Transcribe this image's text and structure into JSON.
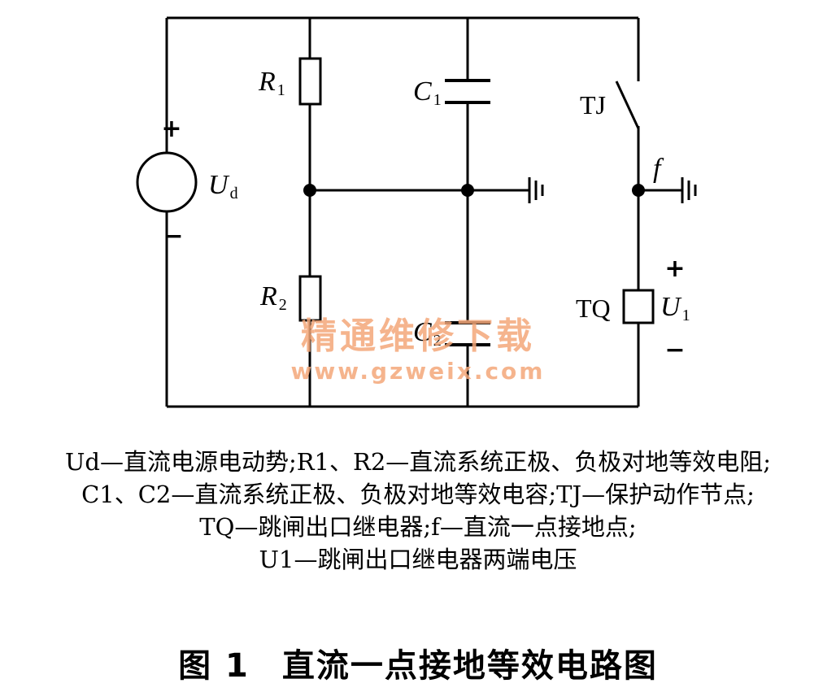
{
  "circuit": {
    "source": {
      "label": "U",
      "sub": "d",
      "plus": "+",
      "minus": "−"
    },
    "r1": {
      "label": "R",
      "sub": "1"
    },
    "r2": {
      "label": "R",
      "sub": "2"
    },
    "c1": {
      "label": "C",
      "sub": "1"
    },
    "c2": {
      "label": "C",
      "sub": "2"
    },
    "tj": {
      "label": "TJ"
    },
    "f": {
      "label": "f"
    },
    "tq": {
      "label": "TQ"
    },
    "u1": {
      "label": "U",
      "sub": "1",
      "plus": "+",
      "minus": "−"
    },
    "watermark": {
      "line1": "精通维修下载",
      "line2": "www.gzweix.com"
    }
  },
  "legend": {
    "line1": "Ud—直流电源电动势;R1、R2—直流系统正极、负极对地等效电阻;",
    "line2": "C1、C2—直流系统正极、负极对地等效电容;TJ—保护动作节点;",
    "line3": "TQ—跳闸出口继电器;f—直流一点接地点;",
    "line4": "U1—跳闸出口继电器两端电压"
  },
  "caption": {
    "number": "图 1",
    "title": "直流一点接地等效电路图"
  }
}
